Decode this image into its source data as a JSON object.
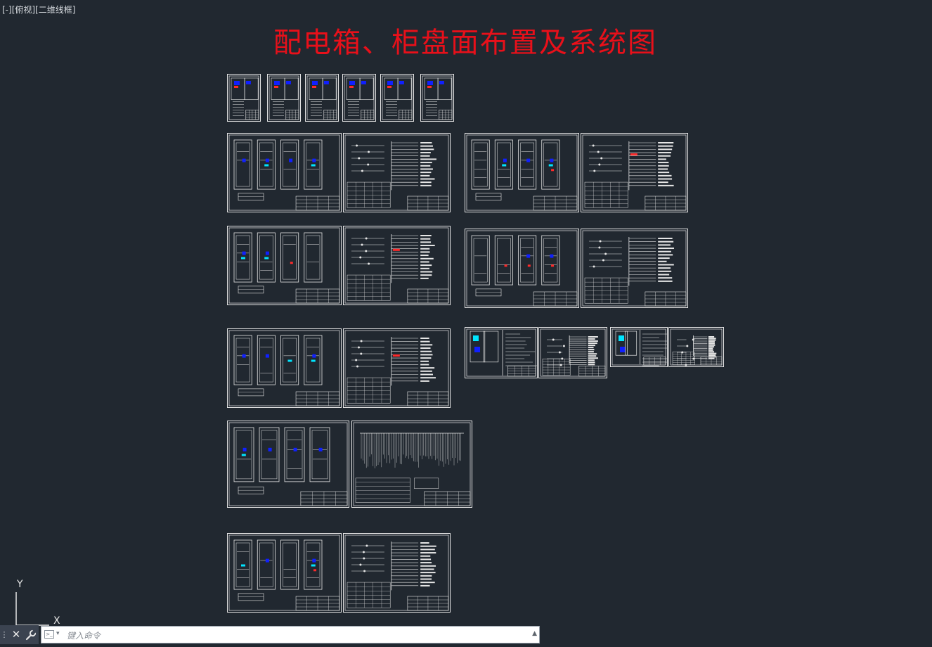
{
  "viewport": {
    "label": "[-][俯视][二维线框]"
  },
  "drawing": {
    "title": "配电箱、柜盘面布置及系统图",
    "title_color": "#e8101a",
    "background_color": "#212830",
    "line_color": "#e6e6e6"
  },
  "ucs": {
    "x_label": "X",
    "y_label": "Y"
  },
  "command_line": {
    "placeholder": "键入命令",
    "close_icon": "close-icon",
    "settings_icon": "wrench-icon",
    "prompt_icon": "command-prompt-icon",
    "history_icon": "caret-up-icon",
    "grip_icon": "grip-icon"
  }
}
